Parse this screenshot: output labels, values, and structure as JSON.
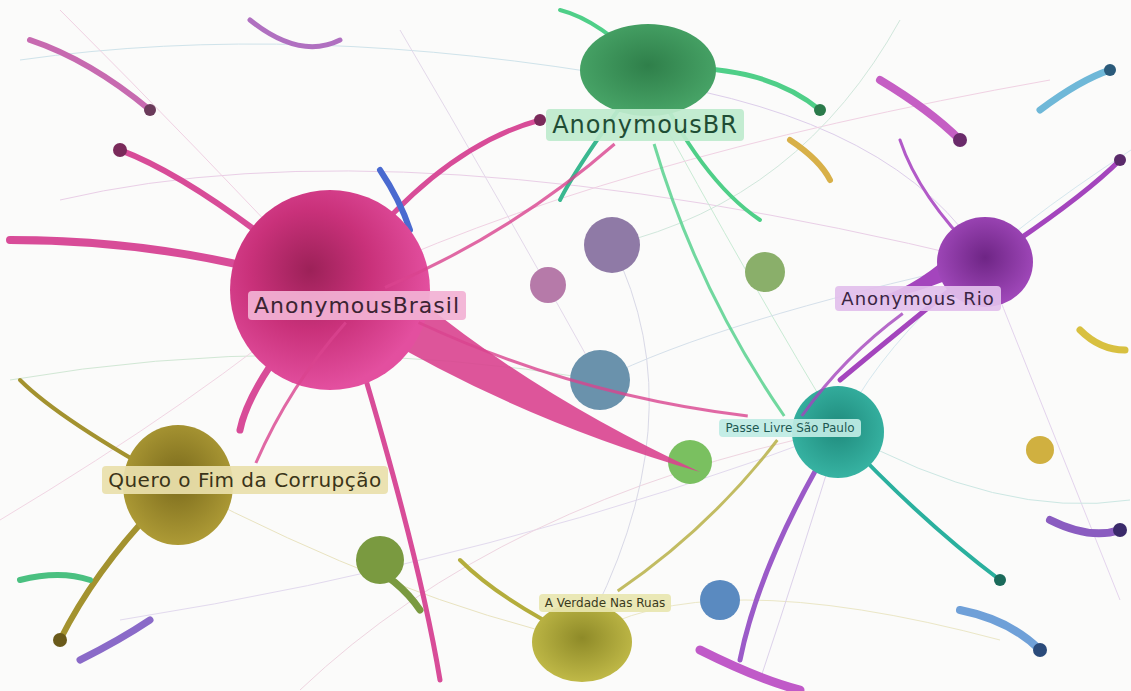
{
  "diagram": {
    "nodes": [
      {
        "text": [
          "AnonymousBR"
        ]
      },
      {
        "text": [
          "AnonymousBrasil"
        ]
      },
      {
        "text": [
          "Anonymous Rio"
        ]
      },
      {
        "text": [
          "Quero o Fim da Corrupção"
        ]
      },
      {
        "text": [
          "Passe Livre São Paulo"
        ]
      },
      {
        "text": [
          "A Verdade Nas Ruas"
        ]
      }
    ],
    "edges": [
      {
        "from": 1,
        "to": 3,
        "arrow": "none"
      },
      {
        "from": 1,
        "to": 0,
        "arrow": "none"
      },
      {
        "from": 0,
        "to": 4,
        "arrow": "none"
      },
      {
        "from": 1,
        "to": 4,
        "arrow": "none"
      },
      {
        "from": 2,
        "to": 4,
        "arrow": "none"
      },
      {
        "from": 5,
        "to": 4,
        "arrow": "none"
      }
    ]
  }
}
